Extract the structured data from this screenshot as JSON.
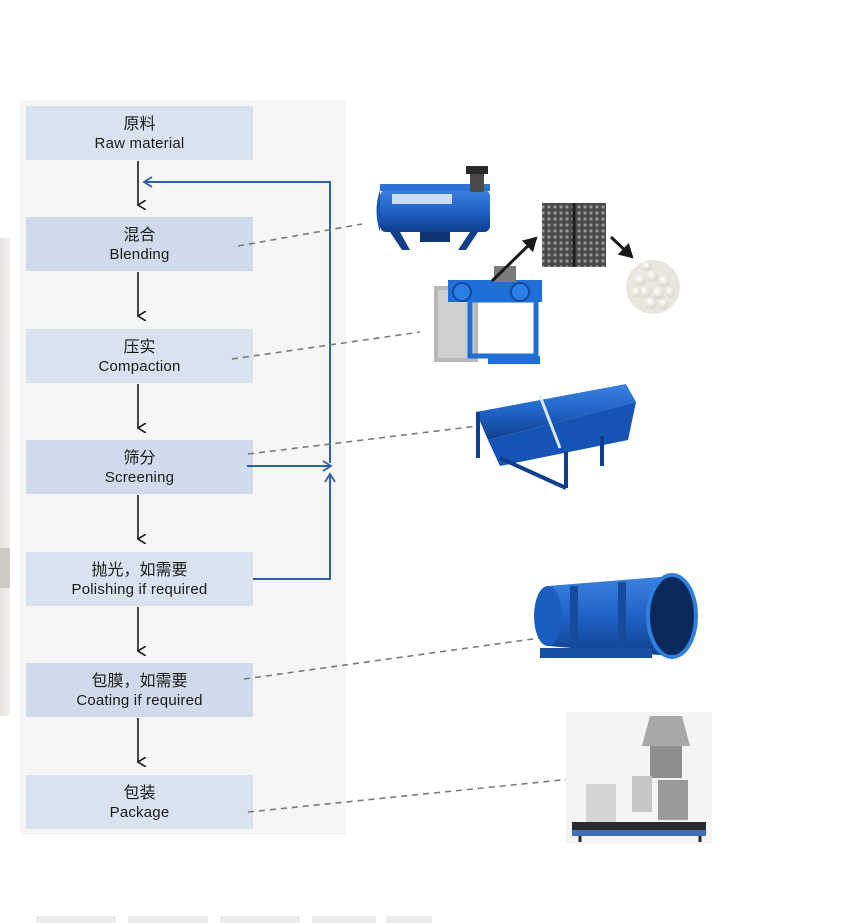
{
  "flow": {
    "steps": [
      {
        "zh": "原料",
        "en": "Raw material"
      },
      {
        "zh": "混合",
        "en": "Blending"
      },
      {
        "zh": "压实",
        "en": "Compaction"
      },
      {
        "zh": "筛分",
        "en": "Screening"
      },
      {
        "zh": "抛光，如需要",
        "en": "Polishing if required"
      },
      {
        "zh": "包膜，如需要",
        "en": "Coating if required"
      },
      {
        "zh": "包装",
        "en": "Package"
      }
    ]
  },
  "equipment": [
    {
      "name": "mixer",
      "icon": "horizontal-mixer-illustration"
    },
    {
      "name": "roller-compactor",
      "icon": "roller-press-granulator-illustration"
    },
    {
      "name": "rotary-screen",
      "icon": "rotary-drum-screen-illustration"
    },
    {
      "name": "coating-drum",
      "icon": "rotary-coating-drum-illustration"
    },
    {
      "name": "packing-machine",
      "icon": "bagging-scale-illustration"
    }
  ],
  "colors": {
    "step_box": "#d9e2ef",
    "panel": "#f6f6f6",
    "loop_arrow": "#2f5fa8",
    "flow_arrow": "#1a1a1a",
    "machine_blue": "#1f63c6",
    "leader_line": "#7a7a7a"
  }
}
